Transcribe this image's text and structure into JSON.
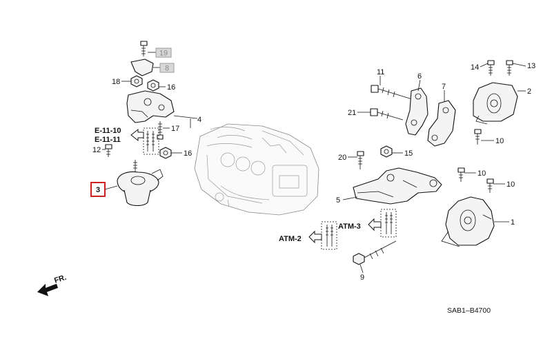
{
  "part_numbers": {
    "p1": "1",
    "p2": "2",
    "p3": "3",
    "p4": "4",
    "p5": "5",
    "p6": "6",
    "p7": "7",
    "p8": "8",
    "p9": "9",
    "p10": "10",
    "p11": "11",
    "p12": "12",
    "p13": "13",
    "p14": "14",
    "p15": "15",
    "p16": "16",
    "p17": "17",
    "p18": "18",
    "p19": "19",
    "p20": "20",
    "p21": "21"
  },
  "refs": {
    "e_11_10": "E-11-10",
    "e_11_11": "E-11-11",
    "atm_2": "ATM-2",
    "atm_3": "ATM-3"
  },
  "front_label": "FR.",
  "diagram_code": "SAB1–B4700",
  "highlighted_part": "3",
  "colors": {
    "highlight": "#cc1f1f",
    "dimmed": "#d8d8d8"
  }
}
